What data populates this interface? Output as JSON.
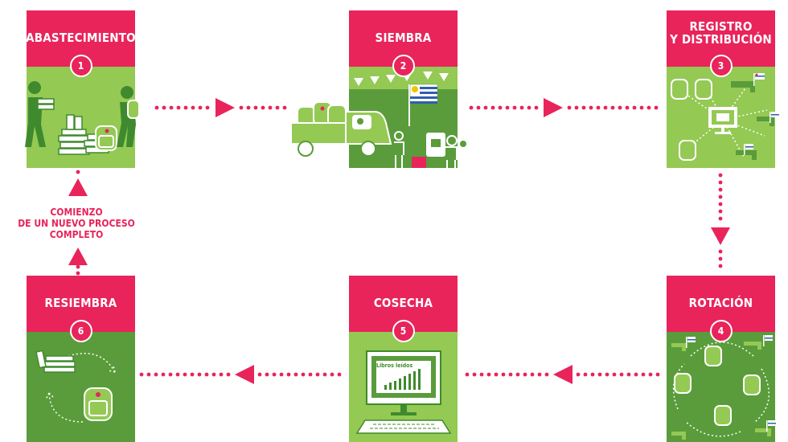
{
  "steps": [
    {
      "id": "abastecimiento",
      "title_lines": [
        "ABASTECIMIENTO"
      ],
      "number": "1"
    },
    {
      "id": "siembra",
      "title_lines": [
        "SIEMBRA"
      ],
      "number": "2"
    },
    {
      "id": "registro",
      "title_lines": [
        "REGISTRO",
        "Y DISTRIBUCIÓN"
      ],
      "number": "3"
    },
    {
      "id": "rotacion",
      "title_lines": [
        "ROTACIÓN"
      ],
      "number": "4"
    },
    {
      "id": "cosecha",
      "title_lines": [
        "COSECHA"
      ],
      "number": "5"
    },
    {
      "id": "resiembra",
      "title_lines": [
        "RESIEMBRA"
      ],
      "number": "6"
    }
  ],
  "note_lines": [
    "COMIENZO",
    "DE UN NUEVO PROCESO",
    "COMPLETO"
  ],
  "monitor_label": "Libros leídos",
  "colors": {
    "pink": "#e8245b",
    "light_green": "#94c954",
    "dark_green": "#5a9c3b",
    "white": "#ffffff"
  }
}
